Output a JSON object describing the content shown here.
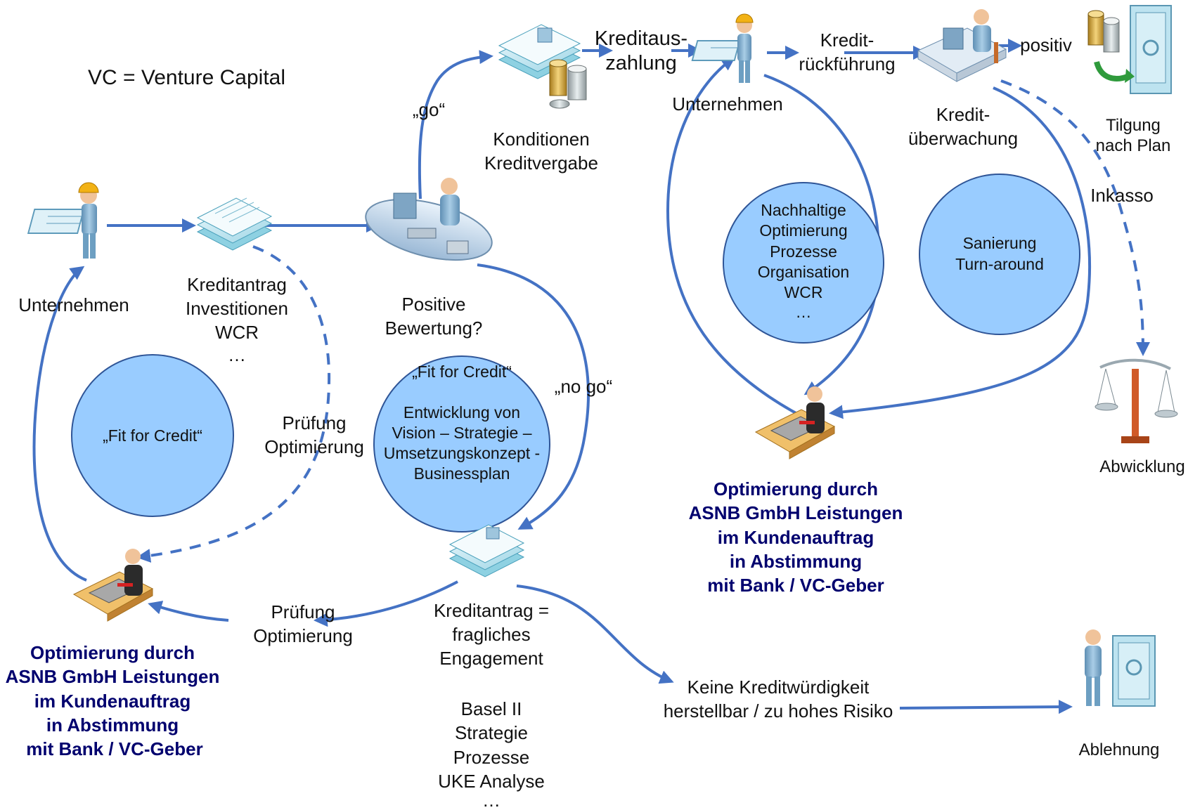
{
  "legend": "VC = Venture Capital",
  "circles": {
    "fit_left": [
      "„Fit for Credit“"
    ],
    "fit_center": [
      "„Fit for Credit“",
      "",
      "Entwicklung von",
      "Vision – Strategie –",
      "Umsetzungskonzept -",
      "Businessplan"
    ],
    "nachhaltige": [
      "Nachhaltige",
      "Optimierung",
      "Prozesse",
      "Organisation",
      "WCR",
      "…"
    ],
    "sanierung": [
      "Sanierung",
      "Turn-around"
    ]
  },
  "labels": {
    "unternehmen_left": [
      "Unternehmen"
    ],
    "kreditantrag": [
      "Kreditantrag",
      "Investitionen",
      "WCR",
      "…"
    ],
    "pruefung_dashed": [
      "Prüfung",
      "Optimierung"
    ],
    "positive": [
      "Positive",
      "Bewertung?"
    ],
    "go": [
      "„go“"
    ],
    "no_go": [
      "„no go“"
    ],
    "konditionen": [
      "Konditionen",
      "Kreditvergabe"
    ],
    "kreditauszahlung": [
      "Kreditaus-",
      "zahlung"
    ],
    "unternehmen_top": [
      "Unternehmen"
    ],
    "kreditrueckfuehrung": [
      "Kredit-",
      "rückführung"
    ],
    "kreditueberwachung": [
      "Kredit-",
      "überwachung"
    ],
    "positiv": [
      "positiv"
    ],
    "tilgung": [
      "Tilgung",
      "nach Plan"
    ],
    "inkasso": [
      "Inkasso"
    ],
    "abwicklung": [
      "Abwicklung"
    ],
    "pruefung_bottom": [
      "Prüfung",
      "Optimierung"
    ],
    "kreditantrag_fraglich": [
      "Kreditantrag =",
      "fragliches",
      "Engagement"
    ],
    "basel": [
      "Basel II",
      "Strategie",
      "Prozesse",
      "UKE Analyse",
      "…"
    ],
    "keine": [
      "Keine Kreditwürdigkeit",
      "herstellbar / zu hohes Risiko"
    ],
    "ablehnung": [
      "Ablehnung"
    ]
  },
  "optimierung_left": [
    "Optimierung durch",
    "ASNB GmbH Leistungen",
    "im Kundenauftrag",
    "in Abstimmung",
    "mit Bank / VC-Geber"
  ],
  "optimierung_right": [
    "Optimierung durch",
    "ASNB GmbH Leistungen",
    "im Kundenauftrag",
    "in Abstimmung",
    "mit Bank / VC-Geber"
  ],
  "icons": {
    "worker_left": "worker-with-blueprint-icon",
    "kreditantrag_doc": "document-stack-icon",
    "bank_desk": "bank-clerk-desk-icon",
    "konditionen_doc": "contract-and-coins-icon",
    "worker_top": "worker-with-blueprint-icon",
    "ueberwachung_desk": "office-worker-computer-icon",
    "tilgung": "coins-and-safe-icon",
    "abwicklung": "scales-icon",
    "optimizer_right": "consultant-at-drawing-board-icon",
    "optimizer_left": "consultant-at-drawing-board-icon",
    "doc_fraglich": "document-stack-icon",
    "ablehnung": "person-at-safe-icon"
  },
  "colors": {
    "flow": "#4472c4",
    "circle_fill": "#99ccff",
    "circle_stroke": "#2f5597",
    "optimierung_text": "#00006e"
  }
}
